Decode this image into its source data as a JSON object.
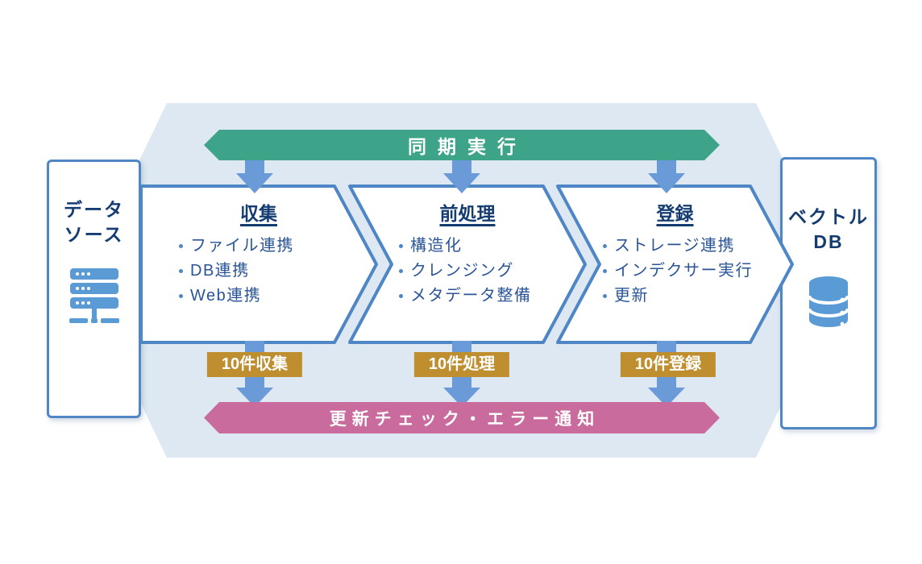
{
  "colors": {
    "panel": "#dee8f3",
    "green": "#3ea489",
    "pink": "#c96b9d",
    "gold": "#be8e2f",
    "arrow": "#6b9ad9",
    "stroke": "#4e86c6",
    "icon": "#5b9bd5",
    "title_navy": "#143c70",
    "item_navy": "#2b5596"
  },
  "top_banner": {
    "label": "同期実行"
  },
  "bottom_banner": {
    "label": "更新チェック・エラー通知"
  },
  "left_box": {
    "line1": "データ",
    "line2": "ソース",
    "icon": "server-icon"
  },
  "right_box": {
    "line1": "ベクトル",
    "line2": "DB",
    "icon": "database-icon"
  },
  "stages": [
    {
      "title": "収集",
      "items": [
        "ファイル連携",
        "DB連携",
        "Web連携"
      ],
      "badge": "10件収集"
    },
    {
      "title": "前処理",
      "items": [
        "構造化",
        "クレンジング",
        "メタデータ整備"
      ],
      "badge": "10件処理"
    },
    {
      "title": "登録",
      "items": [
        "ストレージ連携",
        "インデクサー実行",
        "更新"
      ],
      "badge": "10件登録"
    }
  ]
}
